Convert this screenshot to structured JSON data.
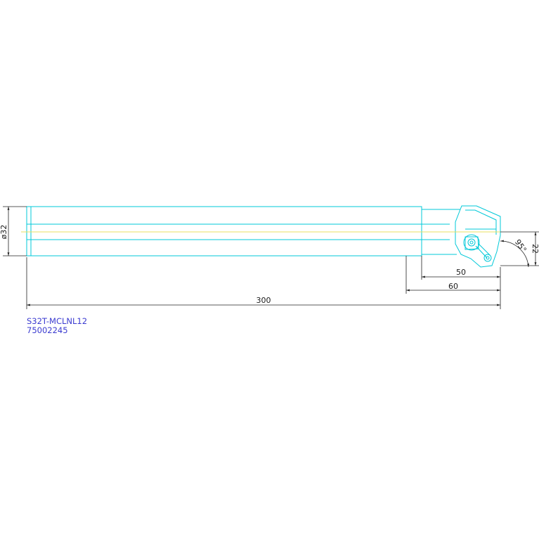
{
  "drawing": {
    "dimensions": {
      "diameter": "ø32",
      "overall_length": "300",
      "length_50": "50",
      "length_60": "60",
      "offset": "22",
      "angle": "95°"
    },
    "part_code": "S32T-MCLNL12",
    "part_number": "75002245",
    "colors": {
      "outline": "#00c8d8",
      "centerline": "#e8e060",
      "dimension": "#222222",
      "label_text": "#3a3ad0"
    }
  }
}
